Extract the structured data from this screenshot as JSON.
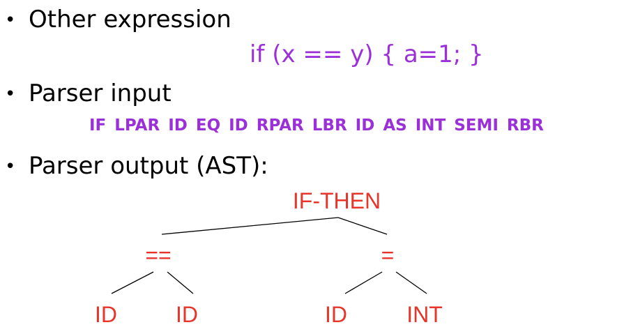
{
  "bullets": [
    "Other expression",
    "Parser input",
    "Parser output (AST):"
  ],
  "bullet_symbol": "•",
  "code": "if (x == y) { a=1; }",
  "tokens": "IF LPAR ID EQ ID RPAR LBR ID AS INT SEMI RBR",
  "tree": {
    "root": "IF-THEN",
    "left": "==",
    "right": "=",
    "left_children": [
      "ID",
      "ID"
    ],
    "right_children": [
      "ID",
      "INT"
    ]
  },
  "colors": {
    "code": "#9b30d9",
    "tree_nodes": "#e8352a",
    "text": "#000000"
  }
}
